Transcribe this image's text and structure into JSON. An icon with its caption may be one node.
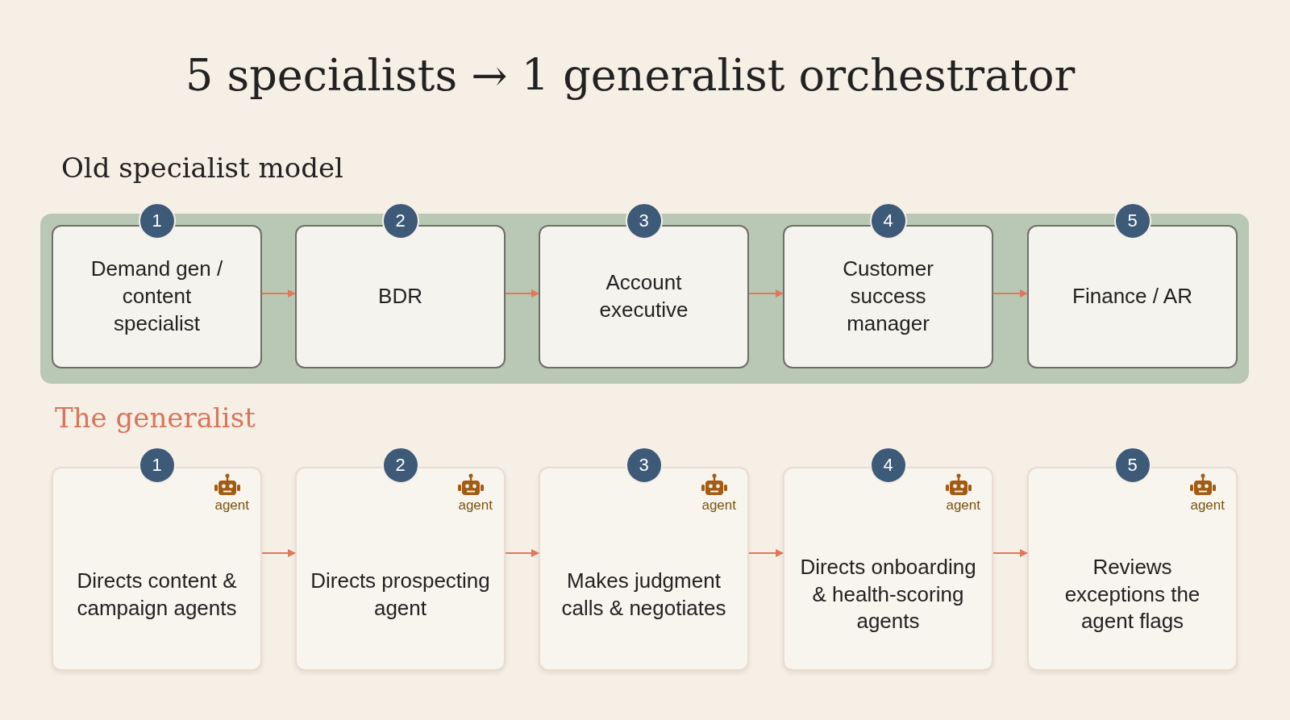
{
  "diagram": {
    "title": "5 specialists → 1 generalist orchestrator",
    "nodes": [
      {
        "text": [
          "Old specialist model"
        ]
      },
      {
        "text": [
          "1"
        ]
      },
      {
        "text": [
          "Demand gen / content specialist"
        ],
        "in": 0
      },
      {
        "text": [
          "2"
        ]
      },
      {
        "text": [
          "BDR"
        ],
        "in": 0
      },
      {
        "text": [
          "3"
        ]
      },
      {
        "text": [
          "Account executive"
        ],
        "in": 0
      },
      {
        "text": [
          "4"
        ]
      },
      {
        "text": [
          "Customer success manager"
        ],
        "in": 0
      },
      {
        "text": [
          "5"
        ]
      },
      {
        "text": [
          "Finance / AR"
        ],
        "in": 0
      },
      {
        "text": [
          "1"
        ]
      },
      {
        "text": [
          "agent",
          "Directs content & campaign agents"
        ]
      },
      {
        "text": [
          "2"
        ]
      },
      {
        "text": [
          "agent",
          "Directs prospecting agent"
        ]
      },
      {
        "text": [
          "3"
        ]
      },
      {
        "text": [
          "agent",
          "Makes judgment calls & negotiates"
        ]
      },
      {
        "text": [
          "4"
        ]
      },
      {
        "text": [
          "agent",
          "Directs onboarding & health-scoring agents"
        ]
      },
      {
        "text": [
          "5"
        ]
      },
      {
        "text": [
          "agent",
          "Reviews exceptions the agent flags"
        ]
      }
    ],
    "edges": [
      {
        "from": 2,
        "to": 4,
        "arrow": "to"
      },
      {
        "from": 4,
        "to": 6,
        "arrow": "to"
      },
      {
        "from": 6,
        "to": 8,
        "arrow": "to"
      },
      {
        "from": 8,
        "to": 10,
        "arrow": "to"
      },
      {
        "from": 12,
        "to": 14,
        "arrow": "to"
      },
      {
        "from": 14,
        "to": 16,
        "arrow": "to"
      },
      {
        "from": 16,
        "to": 18,
        "arrow": "to"
      },
      {
        "from": 18,
        "to": 20,
        "arrow": "to"
      }
    ],
    "labels": [
      "The generalist"
    ]
  }
}
